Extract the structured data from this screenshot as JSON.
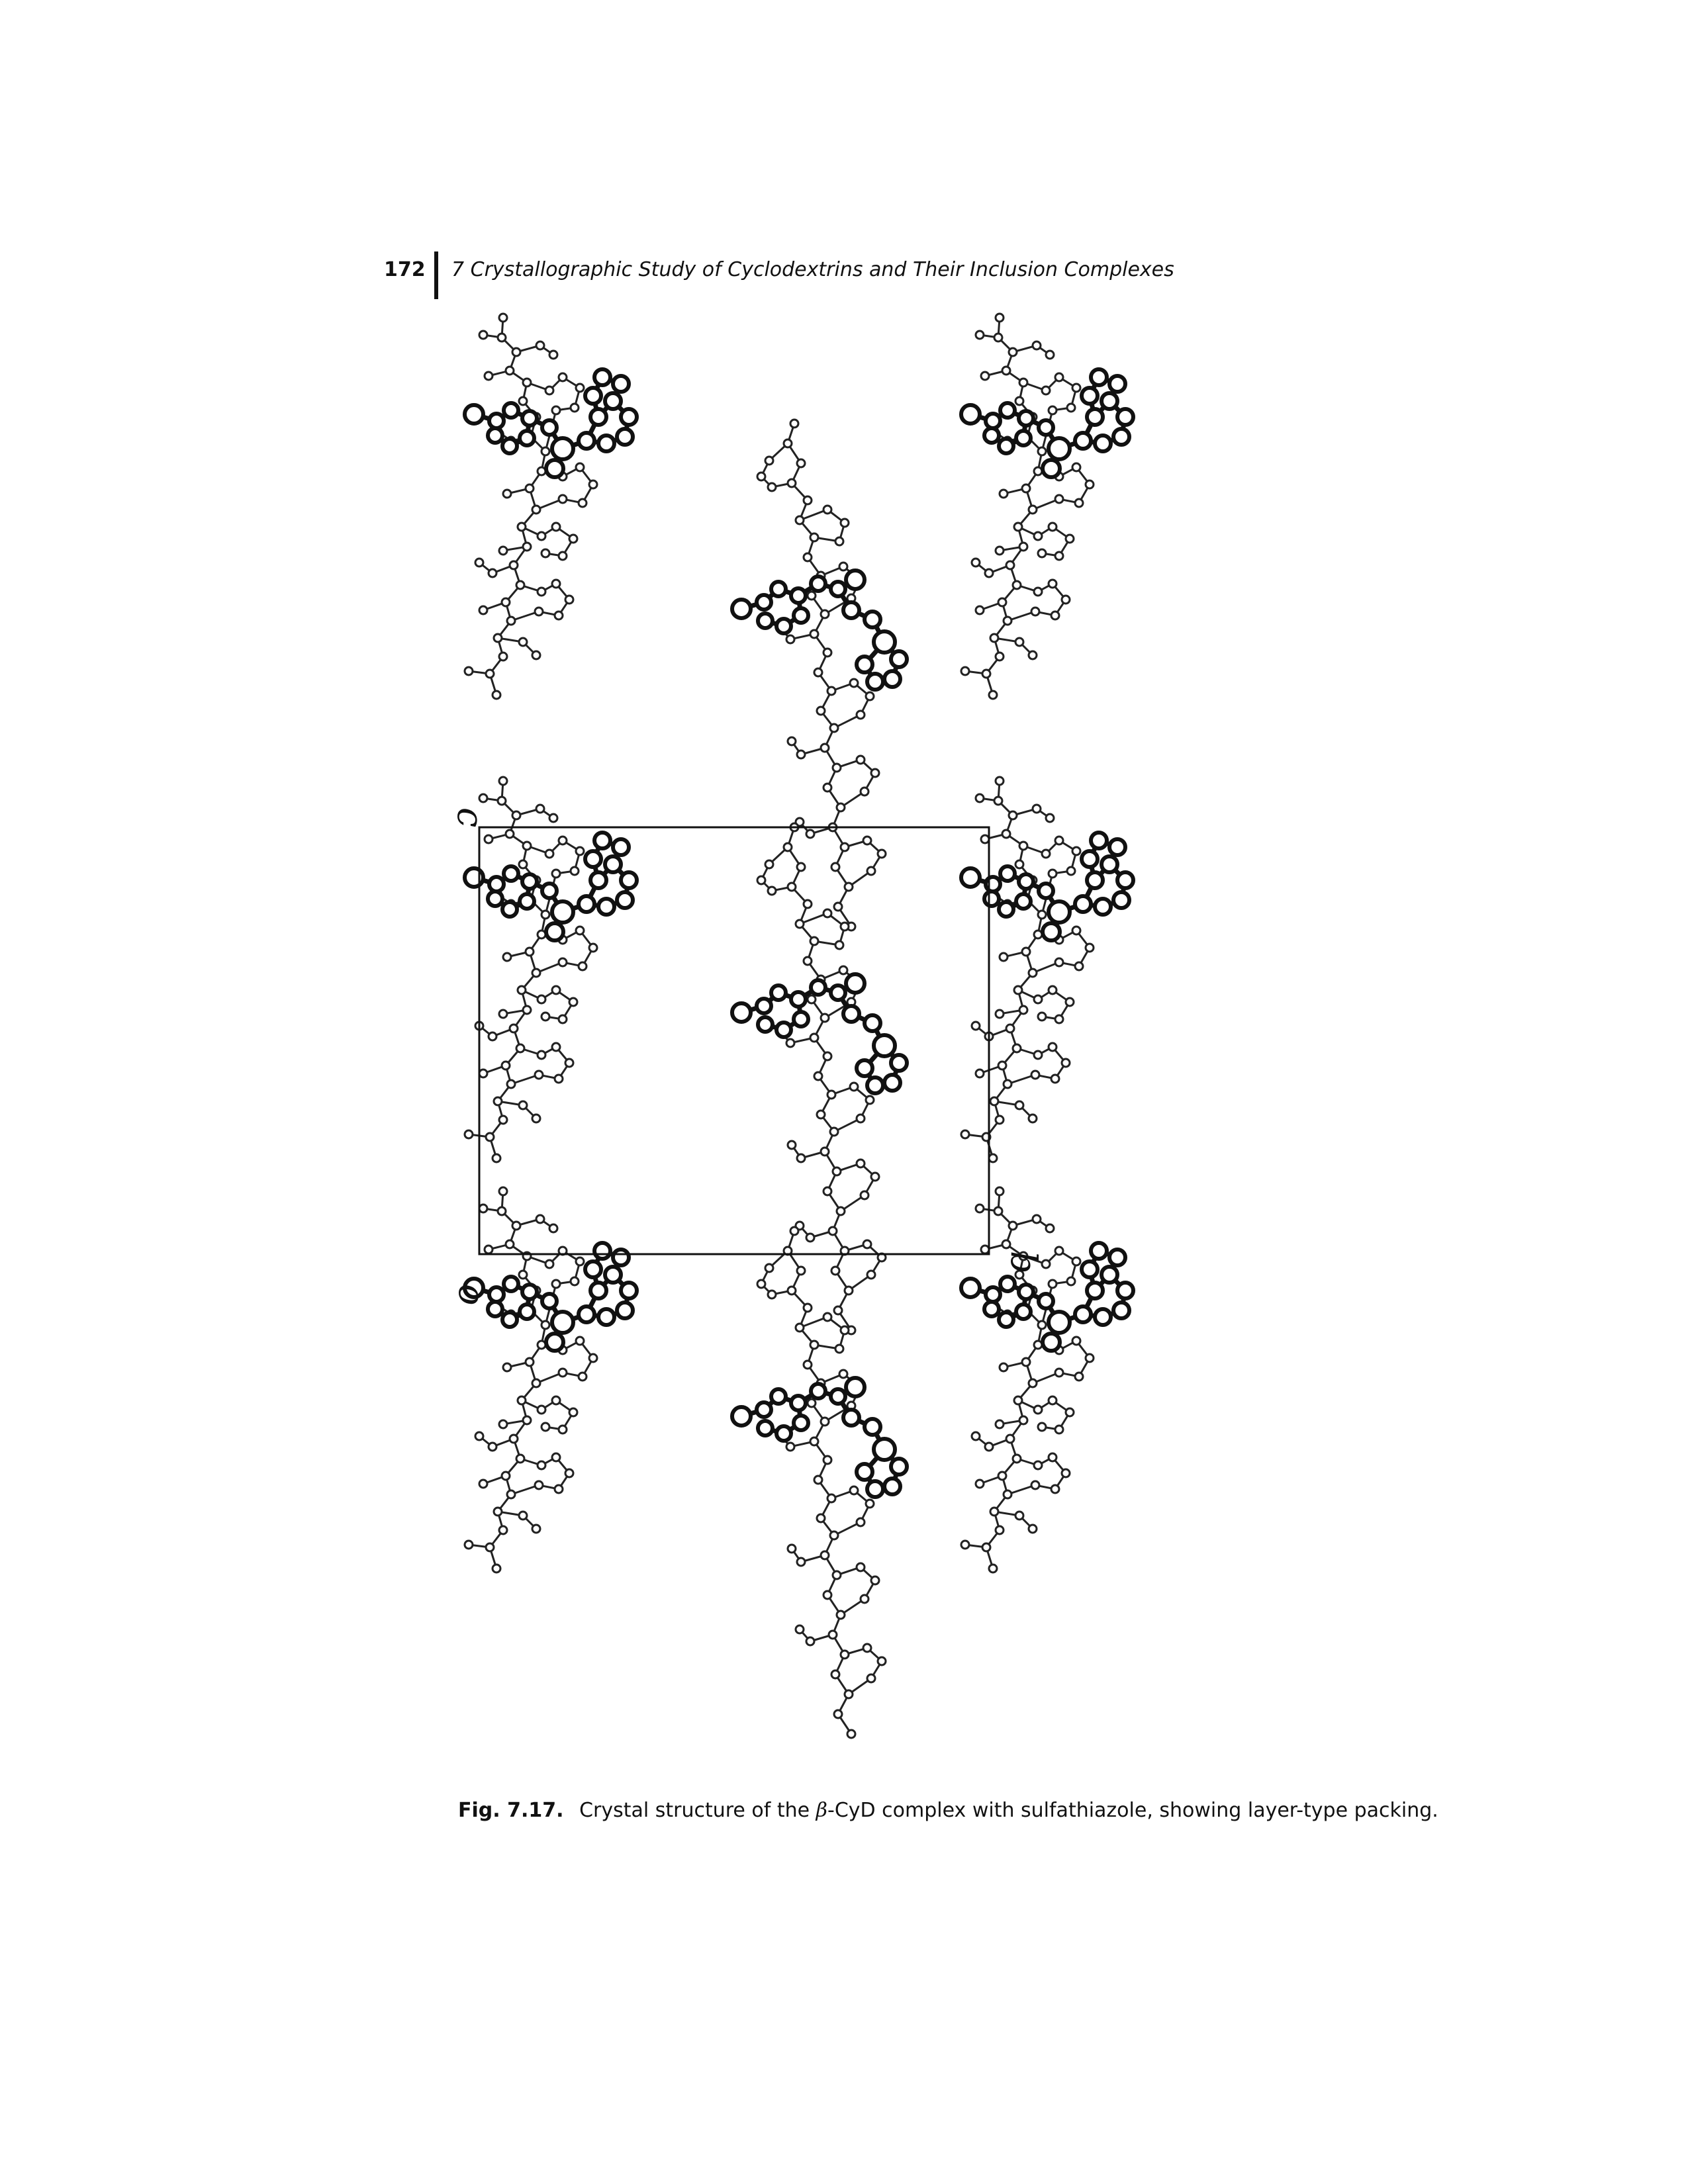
{
  "header": {
    "page_number": "172",
    "chapter_title": "7  Crystallographic Study of Cyclodextrins and Their Inclusion Complexes"
  },
  "figure": {
    "axis_labels": {
      "c": "c",
      "o": "o",
      "b": "b"
    }
  },
  "caption": {
    "label": "Fig. 7.17.",
    "text_before": "Crystal structure of the ",
    "beta_symbol": "β",
    "text_after": "-CyD complex with sulfathiazole, showing layer-type packing."
  }
}
